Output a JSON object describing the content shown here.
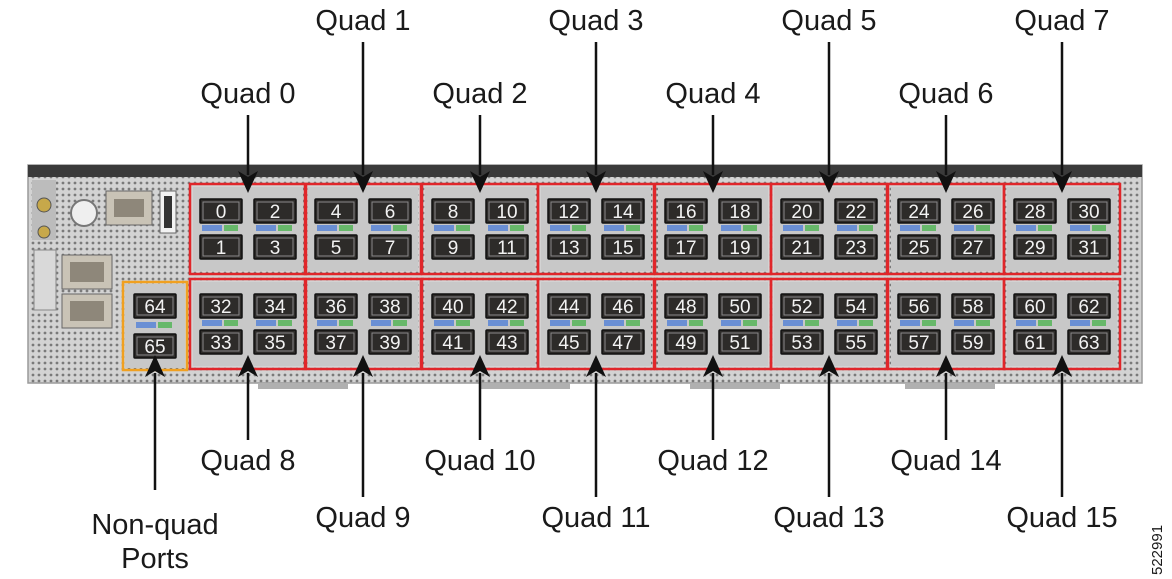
{
  "quads": [
    {
      "label": "Quad 0",
      "ports": [
        0,
        2,
        1,
        3
      ]
    },
    {
      "label": "Quad 1",
      "ports": [
        4,
        6,
        5,
        7
      ]
    },
    {
      "label": "Quad 2",
      "ports": [
        8,
        10,
        9,
        11
      ]
    },
    {
      "label": "Quad 3",
      "ports": [
        12,
        14,
        13,
        15
      ]
    },
    {
      "label": "Quad 4",
      "ports": [
        16,
        18,
        17,
        19
      ]
    },
    {
      "label": "Quad 5",
      "ports": [
        20,
        22,
        21,
        23
      ]
    },
    {
      "label": "Quad 6",
      "ports": [
        24,
        26,
        25,
        27
      ]
    },
    {
      "label": "Quad 7",
      "ports": [
        28,
        30,
        29,
        31
      ]
    },
    {
      "label": "Quad 8",
      "ports": [
        32,
        34,
        33,
        35
      ]
    },
    {
      "label": "Quad 9",
      "ports": [
        36,
        38,
        37,
        39
      ]
    },
    {
      "label": "Quad 10",
      "ports": [
        40,
        42,
        41,
        43
      ]
    },
    {
      "label": "Quad 11",
      "ports": [
        44,
        46,
        45,
        47
      ]
    },
    {
      "label": "Quad 12",
      "ports": [
        48,
        50,
        49,
        51
      ]
    },
    {
      "label": "Quad 13",
      "ports": [
        52,
        54,
        53,
        55
      ]
    },
    {
      "label": "Quad 14",
      "ports": [
        56,
        58,
        57,
        59
      ]
    },
    {
      "label": "Quad 15",
      "ports": [
        60,
        62,
        61,
        63
      ]
    }
  ],
  "non_quad": {
    "label_line1": "Non-quad",
    "label_line2": "Ports",
    "ports": [
      64,
      65
    ]
  },
  "figure_number": "522991",
  "colors": {
    "quad_box": "#e0262a",
    "non_quad_box": "#f0a020",
    "chassis": "#d9d9d9",
    "port": "#2d2b29"
  }
}
